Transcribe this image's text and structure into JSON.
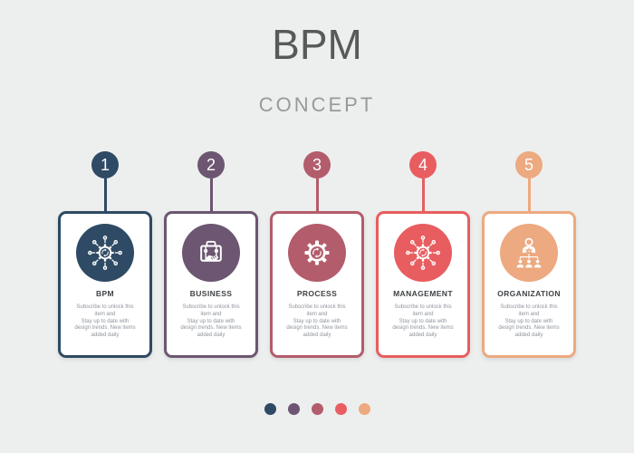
{
  "header": {
    "title": "BPM",
    "subtitle": "CONCEPT"
  },
  "colors": {
    "background": "#edefee",
    "title": "#58595b",
    "subtitle": "#98999b",
    "card_title": "#3f4245",
    "description": "#8f949c",
    "card_bg": "#ffffff"
  },
  "cards": [
    {
      "number": "1",
      "label": "BPM",
      "color": "#2e4a64",
      "icon": "gear-network-icon",
      "description": "Subscribe to unlock this\nitem and\nStay up to date with\ndesign trends. New items\nadded daily"
    },
    {
      "number": "2",
      "label": "BUSINESS",
      "color": "#6c5671",
      "icon": "briefcase-handshake-icon",
      "description": "Subscribe to unlock this\nitem and\nStay up to date with\ndesign trends. New items\nadded daily"
    },
    {
      "number": "3",
      "label": "PROCESS",
      "color": "#b35c6c",
      "icon": "gear-sync-icon",
      "description": "Subscribe to unlock this\nitem and\nStay up to date with\ndesign trends. New items\nadded daily"
    },
    {
      "number": "4",
      "label": "MANAGEMENT",
      "color": "#e85d60",
      "icon": "gear-network-icon",
      "description": "Subscribe to unlock this\nitem and\nStay up to date with\ndesign trends. New items\nadded daily"
    },
    {
      "number": "5",
      "label": "ORGANIZATION",
      "color": "#eda980",
      "icon": "person-orgchart-icon",
      "description": "Subscribe to unlock this\nitem and\nStay up to date with\ndesign trends. New items\nadded daily"
    }
  ]
}
